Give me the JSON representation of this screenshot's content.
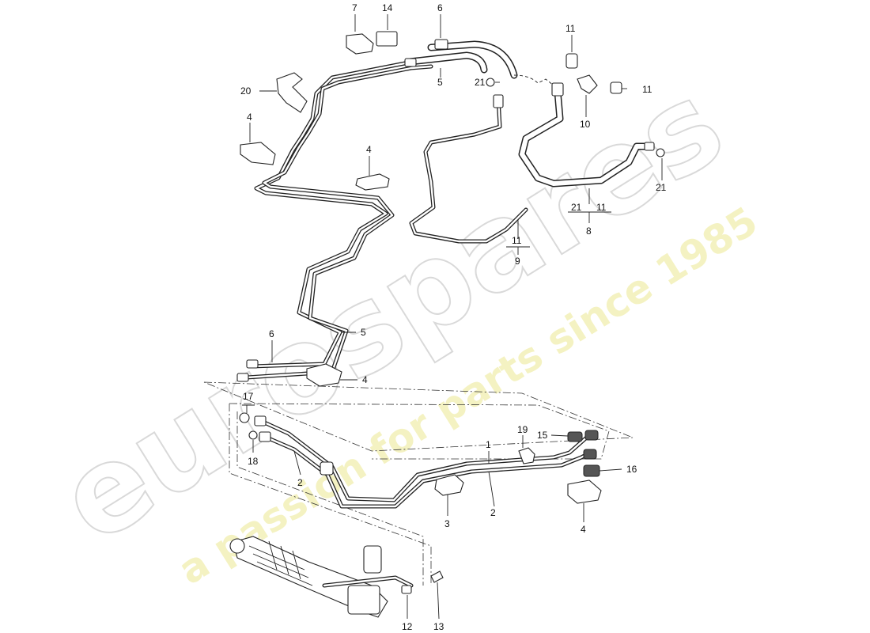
{
  "watermark": {
    "brand": "eurospares",
    "tagline": "a passion for parts since 1985"
  },
  "callouts": {
    "c1": "1",
    "c2a": "2",
    "c2b": "2",
    "c3": "3",
    "c4a": "4",
    "c4b": "4",
    "c4c": "4",
    "c4d": "4",
    "c5a": "5",
    "c5b": "5",
    "c6a": "6",
    "c6b": "6",
    "c7": "7",
    "c8": "8",
    "c9": "9",
    "c10": "10",
    "c11a": "11",
    "c11b": "11",
    "c11c": "11",
    "c11d": "11",
    "c12": "12",
    "c13": "13",
    "c14": "14",
    "c15": "15",
    "c16": "16",
    "c17": "17",
    "c18": "18",
    "c19": "19",
    "c20": "20",
    "c21a": "21",
    "c21b": "21",
    "c21c": "21"
  },
  "colors": {
    "line": "#222222",
    "watermark_outline": "#d9d9d9",
    "watermark_tagline": "#f3f0b8"
  }
}
